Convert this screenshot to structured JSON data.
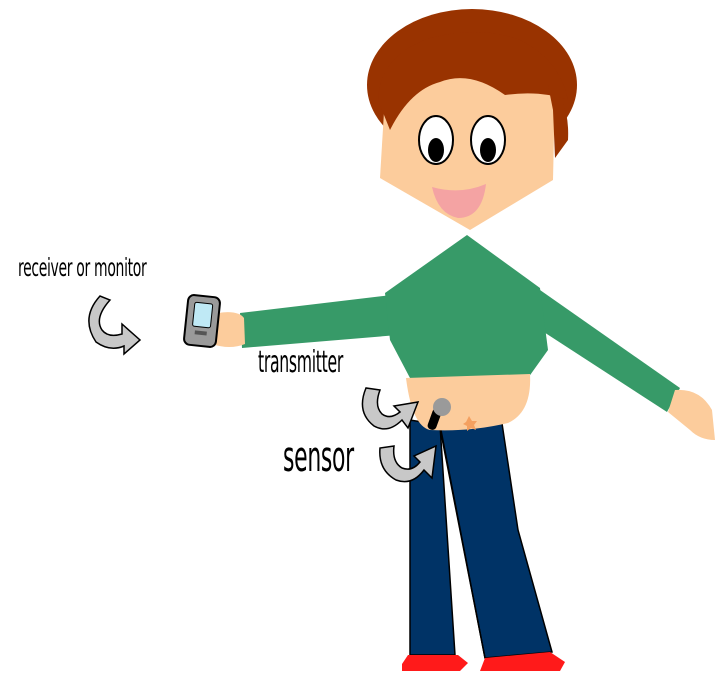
{
  "labels": {
    "receiver": "receiver or monitor",
    "transmitter": "transmitter",
    "sensor": "sensor"
  },
  "colors": {
    "hair": "#993300",
    "skin": "#fccc9c",
    "shirt": "#379a68",
    "jeans": "#003366",
    "shoes": "#ff1a1a",
    "mouth": "#f4a3a3",
    "device": "#9a9a9a",
    "screen": "#bfe9f5",
    "arrow": "#c8c8c8"
  },
  "icons": {
    "receiver_arrow": "curved-arrow-icon",
    "transmitter_arrow": "curved-arrow-icon",
    "sensor_arrow": "curved-arrow-icon",
    "receiver_device": "phone-receiver-icon",
    "sensor_device": "cgm-sensor-icon"
  }
}
